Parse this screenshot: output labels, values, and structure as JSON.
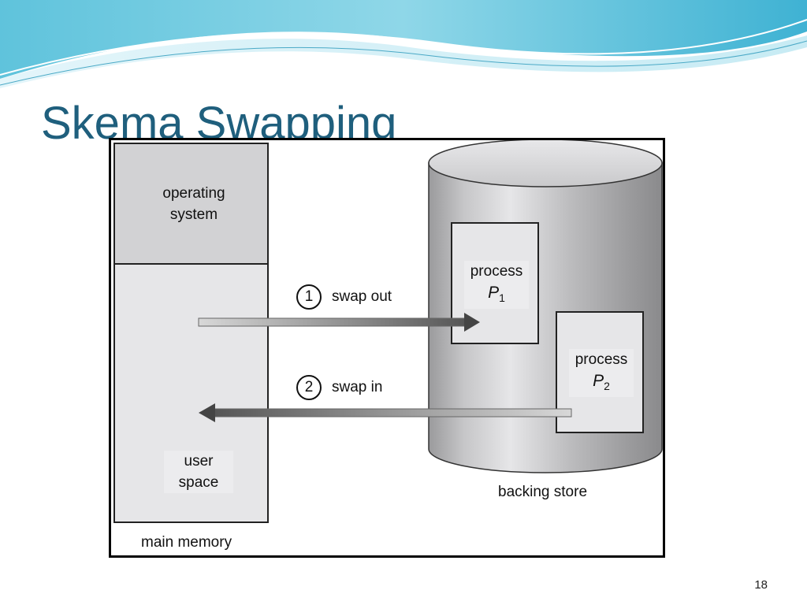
{
  "slide": {
    "title": "Skema Swapping",
    "page_number": "18"
  },
  "diagram": {
    "main_memory": {
      "label": "main memory",
      "os_segment": [
        "operating",
        "system"
      ],
      "user_segment": [
        "user",
        "space"
      ]
    },
    "backing_store": {
      "label": "backing store",
      "process_1": {
        "label": "process",
        "name": "P",
        "subscript": "1"
      },
      "process_2": {
        "label": "process",
        "name": "P",
        "subscript": "2"
      }
    },
    "steps": [
      {
        "number": "1",
        "label": "swap out"
      },
      {
        "number": "2",
        "label": "swap in"
      }
    ]
  }
}
